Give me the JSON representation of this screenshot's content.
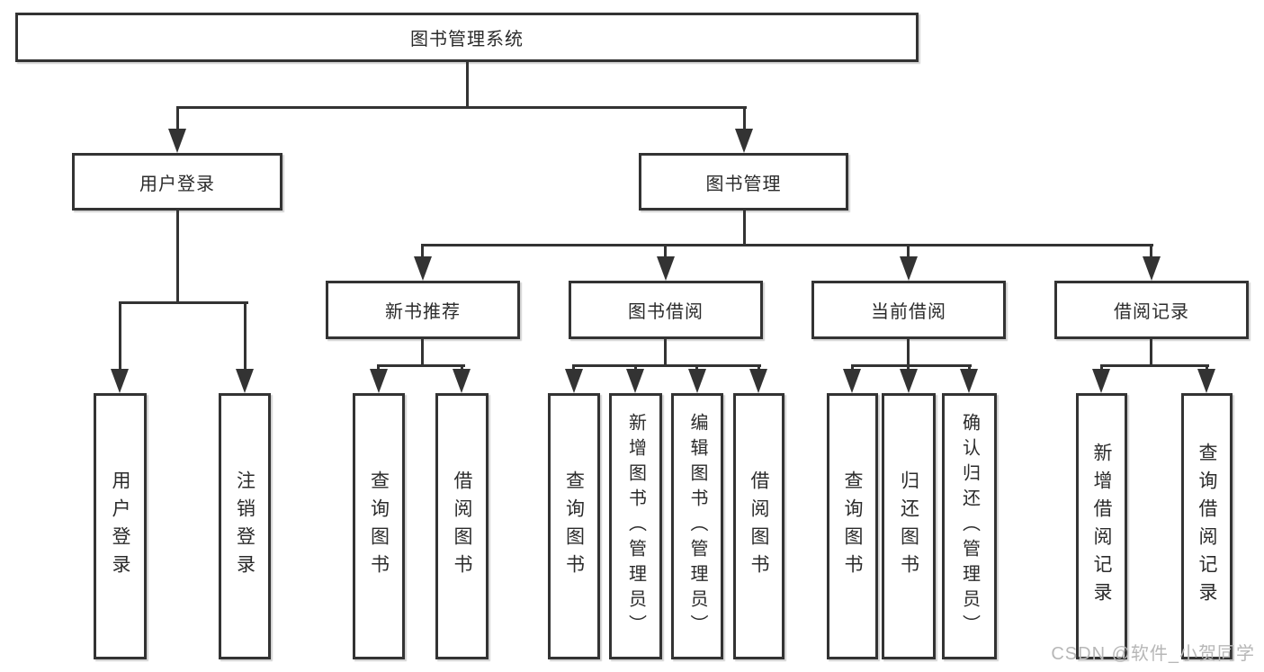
{
  "tree": {
    "root": {
      "label": "图书管理系统",
      "children": [
        {
          "label": "用户登录",
          "children": [
            {
              "label": "用户登录"
            },
            {
              "label": "注销登录"
            }
          ]
        },
        {
          "label": "图书管理",
          "children": [
            {
              "label": "新书推荐",
              "children": [
                {
                  "label": "查询图书"
                },
                {
                  "label": "借阅图书"
                }
              ]
            },
            {
              "label": "图书借阅",
              "children": [
                {
                  "label": "查询图书"
                },
                {
                  "label": "新增图书（管理员）"
                },
                {
                  "label": "编辑图书（管理员）"
                },
                {
                  "label": "借阅图书"
                }
              ]
            },
            {
              "label": "当前借阅",
              "children": [
                {
                  "label": "查询图书"
                },
                {
                  "label": "归还图书"
                },
                {
                  "label": "确认归还（管理员）"
                }
              ]
            },
            {
              "label": "借阅记录",
              "children": [
                {
                  "label": "新增借阅记录"
                },
                {
                  "label": "查询借阅记录"
                }
              ]
            }
          ]
        }
      ]
    }
  },
  "watermark": {
    "text": "CSDN @软件_小贺同学"
  },
  "colors": {
    "line": "#333333",
    "box_border": "#333333",
    "box_fill": "#ffffff",
    "text": "#2b2b2b",
    "watermark": "#b7b7b7",
    "background": "#ffffff"
  }
}
